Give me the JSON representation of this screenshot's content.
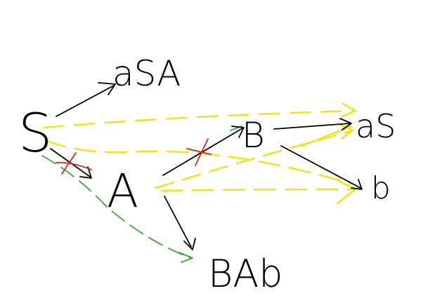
{
  "labels": {
    "s": "S",
    "asa": "aSA",
    "b_node": "B",
    "a_node": "A",
    "as": "aS",
    "b_term": "b",
    "bab": "BAb"
  },
  "colors": {
    "ink": "#000000",
    "yellow": "#f2e21a",
    "green": "#3aa53a",
    "red": "#e02020"
  }
}
